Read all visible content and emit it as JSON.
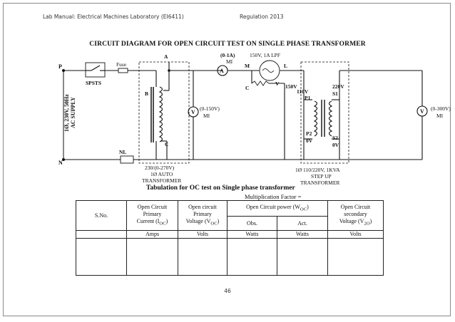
{
  "header": {
    "left": "Lab Manual: Electrical Machines Laboratory (EI6411)",
    "right": "Regulation 2013"
  },
  "title": "CIRCUIT DIAGRAM FOR OPEN CIRCUIT TEST ON SINGLE PHASE TRANSFORMER",
  "circuit": {
    "supply_label_1": "1Ø, 230V, 50Hz",
    "supply_label_2": "AC SUPPLY",
    "terminal_p": "P",
    "terminal_n": "N",
    "spsts": "SPSTS",
    "fuse": "Fuse",
    "nl": "NL",
    "auto_a": "A",
    "auto_b": "B",
    "auto_c": "C",
    "auto_rating": "230/(0-270V)",
    "auto_name_1": "1Ø AUTO",
    "auto_name_2": "TRANSFORMER",
    "ammeter_range": "(0-1A)",
    "ammeter_type": "MI",
    "ammeter_symbol": "A",
    "wattmeter_rating": "150V, 1A LPF",
    "watt_m": "M",
    "watt_l": "L",
    "watt_c": "C",
    "watt_v": "V",
    "watt_150v": "150V",
    "v1_symbol": "V",
    "v1_range": "(0-150V)",
    "v1_type": "MI",
    "p1_volt": "110V",
    "p1": "P1",
    "p2": "P2",
    "p2_volt": "0V",
    "s1_volt": "220V",
    "s1": "S1",
    "s2": "S2",
    "s2_volt": "0V",
    "tr_rating": "1Ø 110/220V, 1KVA",
    "tr_name_1": "STEP UP",
    "tr_name_2": "TRANSFORMER",
    "v2_symbol": "V",
    "v2_range": "(0-300V)",
    "v2_type": "MI"
  },
  "tabulation_title": "Tabulation for OC test on Single phase transformer",
  "multiplication_factor": "Multiplication Factor =",
  "table": {
    "sno": "S.No.",
    "col1": [
      "Open Circuit",
      "Primary",
      "Current (I",
      "OC",
      ")"
    ],
    "col2": [
      "Open circuit",
      "Primary",
      "Voltage (V",
      "OC",
      ")"
    ],
    "col3": [
      "Open Circuit power (W",
      "OC",
      ")"
    ],
    "obs": "Obs.",
    "act": "Act.",
    "col4": [
      "Open Circuit",
      "secondary",
      "Voltage (V",
      "2O",
      ")"
    ],
    "units": [
      "Amps",
      "Volts",
      "Watts",
      "Watts",
      "Volts"
    ]
  },
  "page_number": "46"
}
